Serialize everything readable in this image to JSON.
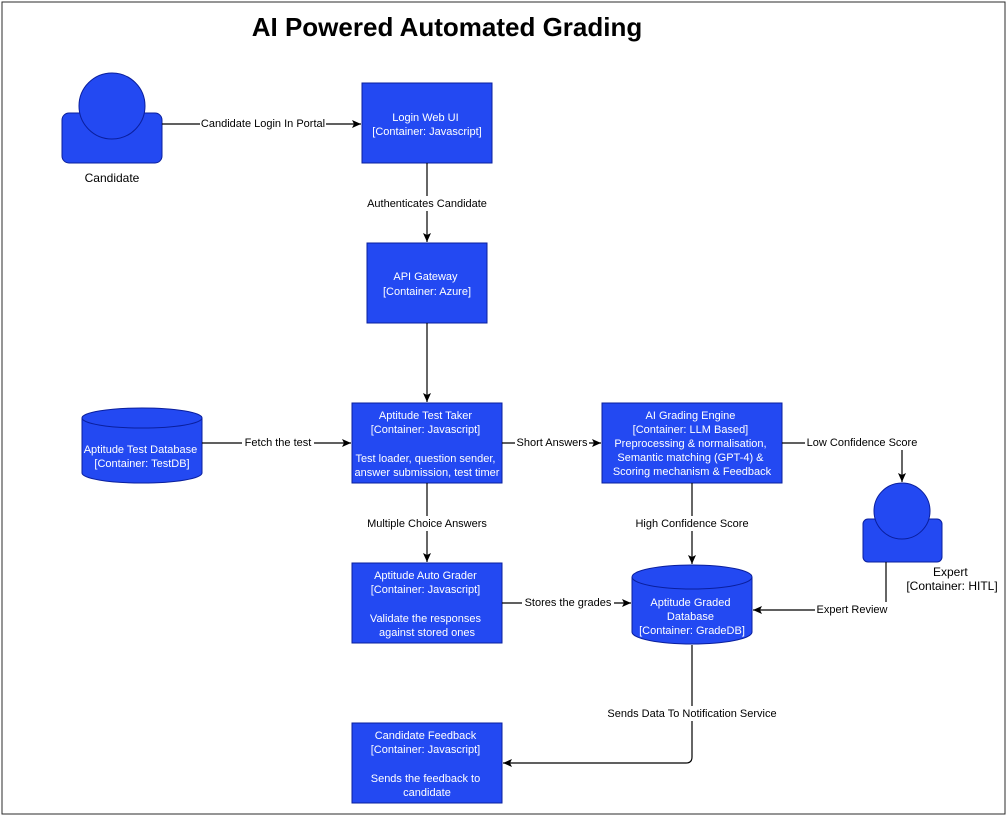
{
  "title": "AI Powered Automated Grading",
  "colors": {
    "node_fill": "#2349f2",
    "node_text": "#ffffff",
    "edge": "#000000",
    "background": "#ffffff"
  },
  "actors": {
    "candidate": {
      "label": "Candidate"
    },
    "expert": {
      "lines": [
        "Expert",
        "[Container: HITL]"
      ]
    }
  },
  "nodes": {
    "login": {
      "lines": [
        "Login Web UI",
        "[Container: Javascript]"
      ]
    },
    "gateway": {
      "lines": [
        "API Gateway",
        "[Container: Azure]"
      ]
    },
    "test_taker": {
      "lines": [
        "Aptitude Test Taker",
        "[Container: Javascript]",
        "",
        "Test loader, question sender,",
        "answer submission, test timer"
      ]
    },
    "grading_engine": {
      "lines": [
        "AI Grading Engine",
        "[Container: LLM Based]",
        "Preprocessing & normalisation,",
        "Semantic matching (GPT-4) &",
        "Scoring mechanism & Feedback"
      ]
    },
    "test_db": {
      "lines": [
        "Aptitude Test Database",
        "[Container: TestDB]"
      ]
    },
    "auto_grader": {
      "lines": [
        "Aptitude Auto Grader",
        "[Container: Javascript]",
        "",
        "Validate the responses",
        "against stored ones"
      ]
    },
    "graded_db": {
      "lines": [
        "Aptitude Graded",
        "Database",
        "[Container: GradeDB]"
      ]
    },
    "feedback": {
      "lines": [
        "Candidate Feedback",
        "[Container: Javascript]",
        "",
        "Sends the feedback to",
        "candidate"
      ]
    }
  },
  "edges": {
    "login_portal": "Candidate Login In Portal",
    "authenticates": "Authenticates Candidate",
    "fetch_test": "Fetch the test",
    "short_answers": "Short Answers",
    "low_confidence": "Low Confidence Score",
    "multiple_choice": "Multiple Choice Answers",
    "high_confidence": "High Confidence Score",
    "stores_grades": "Stores the grades",
    "expert_review": "Expert Review",
    "notification": "Sends Data To Notification Service"
  }
}
